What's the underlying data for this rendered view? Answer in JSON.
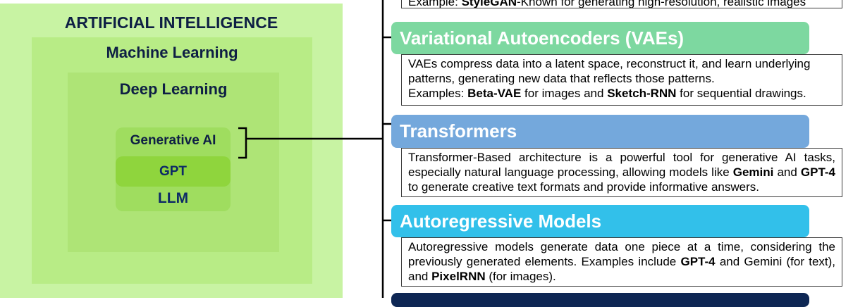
{
  "hierarchy": {
    "ai": "ARTIFICIAL INTELLIGENCE",
    "ml": "Machine Learning",
    "dl": "Deep Learning",
    "genai": "Generative AI",
    "gpt": "GPT",
    "llm": "LLM"
  },
  "sections": {
    "gan_example_label": "Example: ",
    "gan_example_bold": "StyleGAN",
    "gan_example_rest": "-Known for generating high-resolution, realistic images",
    "vae_title": "Variational Autoencoders (VAEs)",
    "vae_desc_line1": "VAEs compress data into a latent space, reconstruct it, and learn underlying",
    "vae_desc_line2": "patterns, generating new data that reflects those patterns.",
    "vae_examples_prefix": "Examples: ",
    "vae_examples_b1": "Beta-VAE",
    "vae_examples_mid": " for images and ",
    "vae_examples_b2": "Sketch-RNN",
    "vae_examples_end": " for sequential drawings.",
    "transformers_title": "Transformers",
    "tr_t1": "Transformer-Based architecture is a powerful tool for generative AI tasks, especially natural language processing, allowing models like ",
    "tr_b1": "Gemini",
    "tr_t2": " and ",
    "tr_b2": "GPT-4",
    "tr_t3": " to generate creative text formats and provide informative answers.",
    "ar_title": "Autoregressive Models",
    "ar_t1": "Autoregressive models generate data one piece at a time, considering the previously generated elements. Examples include ",
    "ar_b1": "GPT-4",
    "ar_t2": " and Gemini (for text), and ",
    "ar_b2": "PixelRNN",
    "ar_t3": " (for images)."
  },
  "colors": {
    "vae": "#7dd8a0",
    "transformers": "#74a8dc",
    "autoregressive": "#32c0ea",
    "next_section": "#0e2754"
  }
}
